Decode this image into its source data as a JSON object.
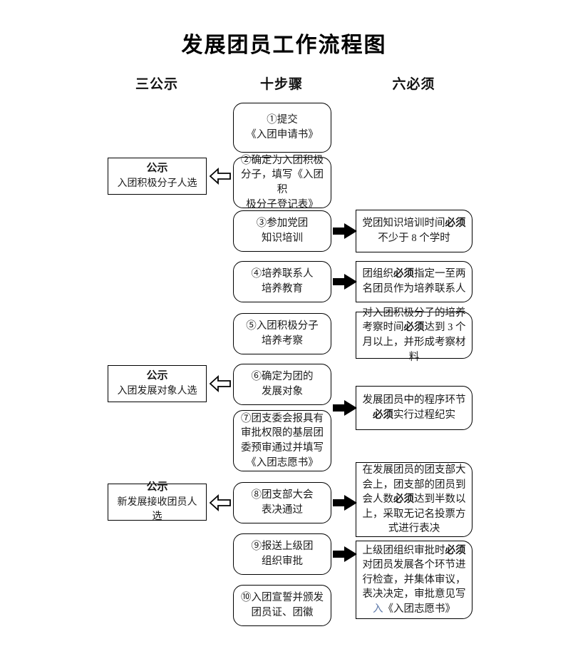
{
  "title": "发展团员工作流程图",
  "columns": {
    "left_header": "三公示",
    "center_header": "十步骤",
    "right_header": "六必须"
  },
  "steps": [
    {
      "id": "step-1",
      "line1": "①提交",
      "line2": "《入团申请书》",
      "line3": "",
      "line4": ""
    },
    {
      "id": "step-2",
      "line1": "②确定为入团积极",
      "line2": "分子，填写《入团积",
      "line3": "极分子登记表》",
      "line4": ""
    },
    {
      "id": "step-3",
      "line1": "③参加党团",
      "line2": "知识培训",
      "line3": "",
      "line4": ""
    },
    {
      "id": "step-4",
      "line1": "④培养联系人",
      "line2": "培养教育",
      "line3": "",
      "line4": ""
    },
    {
      "id": "step-5",
      "line1": "⑤入团积极分子",
      "line2": "培养考察",
      "line3": "",
      "line4": ""
    },
    {
      "id": "step-6",
      "line1": "⑥确定为团的",
      "line2": "发展对象",
      "line3": "",
      "line4": ""
    },
    {
      "id": "step-7",
      "line1": "⑦团支委会报具有",
      "line2": "审批权限的基层团",
      "line3": "委预审通过并填写",
      "line4": "《入团志愿书》"
    },
    {
      "id": "step-8",
      "line1": "⑧团支部大会",
      "line2": "表决通过",
      "line3": "",
      "line4": ""
    },
    {
      "id": "step-9",
      "line1": "⑨报送上级团",
      "line2": "组织审批",
      "line3": "",
      "line4": ""
    },
    {
      "id": "step-10",
      "line1": "⑩入团宣誓并颁发",
      "line2": "团员证、团徽",
      "line3": "",
      "line4": ""
    }
  ],
  "publicity": [
    {
      "id": "publicity-1",
      "heading": "公示",
      "candidates": "入团积极分子人选"
    },
    {
      "id": "publicity-2",
      "heading": "公示",
      "candidates": "入团发展对象人选"
    },
    {
      "id": "publicity-3",
      "heading": "公示",
      "candidates": "新发展接收团员人选"
    }
  ],
  "requirements": [
    {
      "id": "requirement-1",
      "segments": [
        {
          "text": "党团知识培训时间",
          "bold": false
        },
        {
          "text": "必须",
          "bold": true
        },
        {
          "text": "不少于 8 个学时",
          "bold": false
        }
      ],
      "plain": "党团知识培训时间必须不少于 8 个学时"
    },
    {
      "id": "requirement-2",
      "segments": [
        {
          "text": "团组织",
          "bold": false
        },
        {
          "text": "必须",
          "bold": true
        },
        {
          "text": "指定一至两名团员作为培养联系人",
          "bold": false
        }
      ],
      "plain": "团组织必须指定一至两名团员作为培养联系人"
    },
    {
      "id": "requirement-3",
      "segments": [
        {
          "text": "对入团积极分子的培养考察时间",
          "bold": false
        },
        {
          "text": "必须",
          "bold": true
        },
        {
          "text": "达到 3 个月以上，并形成考察材料",
          "bold": false
        }
      ],
      "plain": "对入团积极分子的培养考察时间必须达到 3 个月以上，并形成考察材料"
    },
    {
      "id": "requirement-4",
      "segments": [
        {
          "text": "发展团员中的程序环节",
          "bold": false
        },
        {
          "text": "必须",
          "bold": true
        },
        {
          "text": "实行过程纪实",
          "bold": false
        }
      ],
      "plain": "发展团员中的程序环节必须实行过程纪实"
    },
    {
      "id": "requirement-5",
      "segments": [
        {
          "text": "在发展团员的团支部大会上，团支部的团员到会人数",
          "bold": false
        },
        {
          "text": "必须",
          "bold": true
        },
        {
          "text": "达到半数以上，采取无记名投票方式进行表决",
          "bold": false
        }
      ],
      "plain": "在发展团员的团支部大会上，团支部的团员到会人数必须达到半数以上，采取无记名投票方式进行表决"
    },
    {
      "id": "requirement-6",
      "segments": [
        {
          "text": "上级团组织审批时",
          "bold": false
        },
        {
          "text": "必须",
          "bold": true
        },
        {
          "text": "对团员发展各个环节进行检查，并集体审议，表决决定，审批意见写入《入团志愿书》",
          "bold": false
        }
      ],
      "plain": "上级团组织审批时必须对团员发展各个环节进行检查，并集体审议，表决决定，审批意见写入《入团志愿书》"
    }
  ],
  "colors": {
    "stroke": "#000000",
    "background": "#ffffff",
    "text": "#1a1a1a",
    "accent_blue": "#5b77a8"
  }
}
